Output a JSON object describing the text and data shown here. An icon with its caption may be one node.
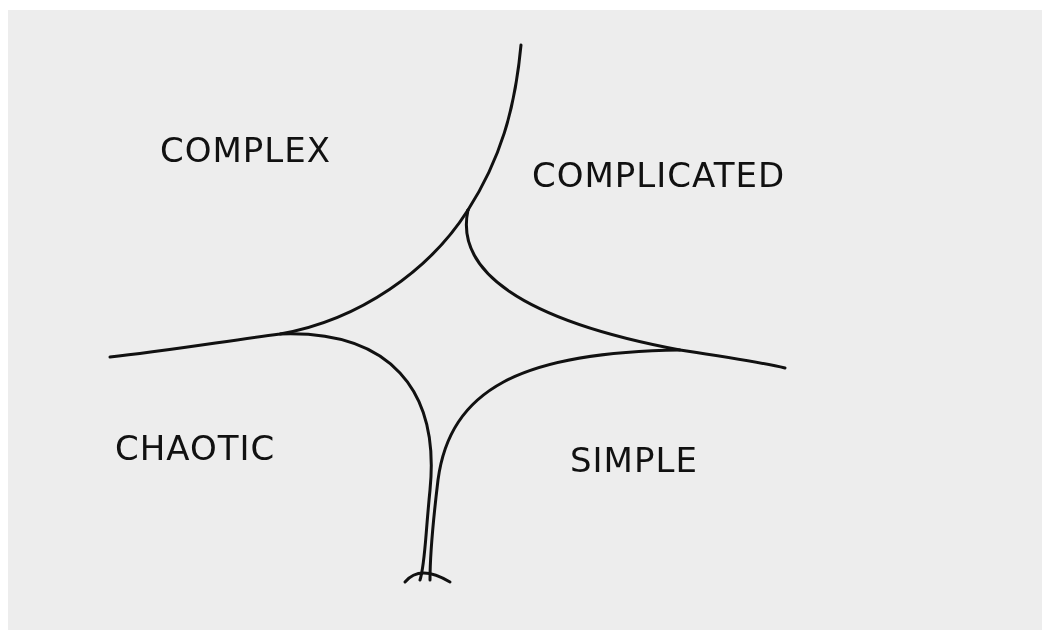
{
  "diagram": {
    "labels": [
      "COMPLEX",
      "COMPLICATED",
      "CHAOTIC",
      "SIMPLE"
    ]
  }
}
